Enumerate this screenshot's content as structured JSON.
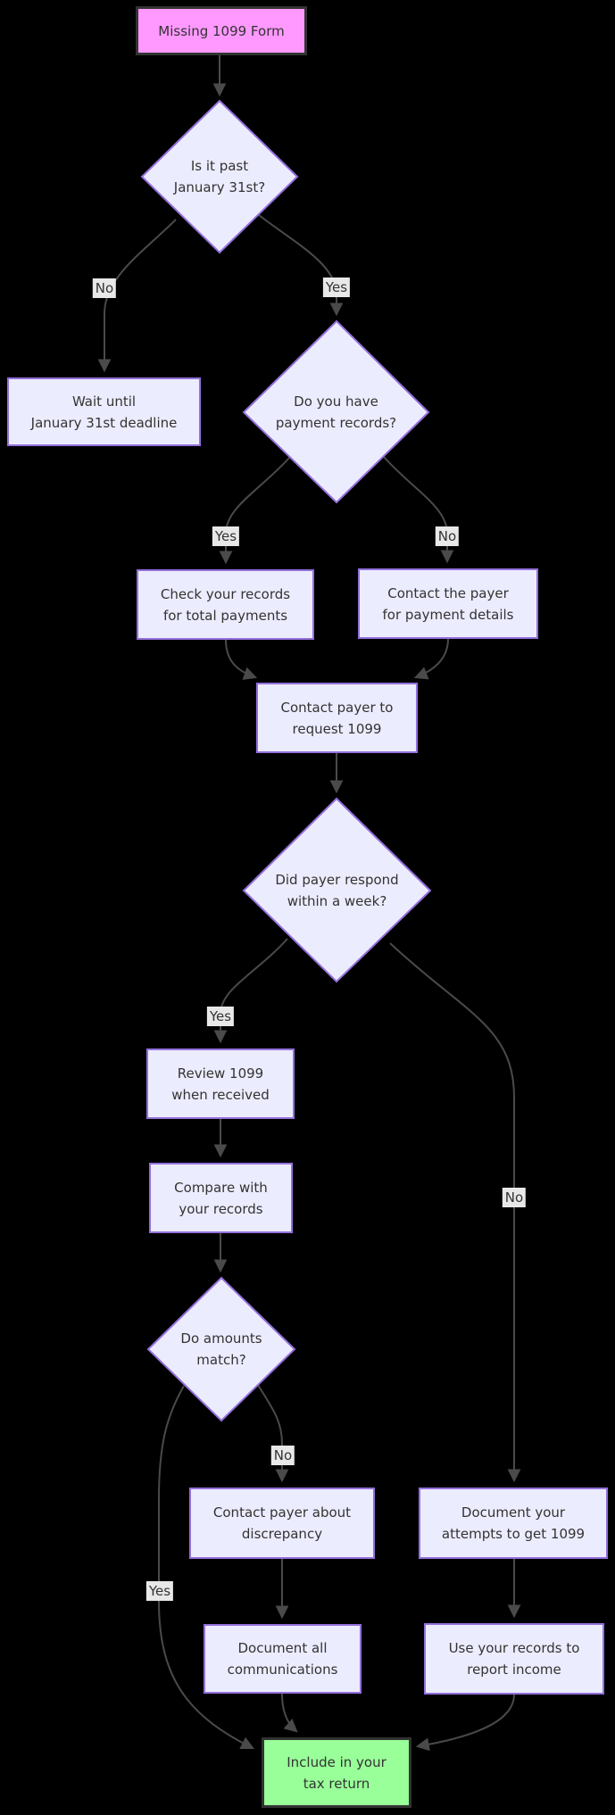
{
  "diagram": {
    "title": "Missing 1099 Form flowchart",
    "colors": {
      "background": "#000000",
      "process_fill": "#ECECFF",
      "process_border": "#9370DB",
      "start_fill": "#FF99FF",
      "end_fill": "#99FF99",
      "terminal_border": "#333333",
      "edge": "#4a4a4a",
      "text": "#333333",
      "edge_label_bg": "#e8e8e8"
    },
    "nodes": {
      "start": {
        "label": "Missing 1099 Form",
        "type": "start"
      },
      "d1": {
        "label": "Is it past\nJanuary 31st?",
        "type": "decision"
      },
      "wait": {
        "label": "Wait until\nJanuary 31st deadline",
        "type": "process"
      },
      "d2": {
        "label": "Do you have\npayment records?",
        "type": "decision"
      },
      "check_records": {
        "label": "Check your records\nfor total payments",
        "type": "process"
      },
      "contact_payer": {
        "label": "Contact the payer\nfor payment details",
        "type": "process"
      },
      "request_1099": {
        "label": "Contact payer to\nrequest 1099",
        "type": "process"
      },
      "d3": {
        "label": "Did payer respond\nwithin a week?",
        "type": "decision"
      },
      "review_1099": {
        "label": "Review 1099\nwhen received",
        "type": "process"
      },
      "compare_records": {
        "label": "Compare with\nyour records",
        "type": "process"
      },
      "d4": {
        "label": "Do amounts\nmatch?",
        "type": "decision"
      },
      "discrepancy": {
        "label": "Contact payer about\ndiscrepancy",
        "type": "process"
      },
      "document_attempts": {
        "label": "Document your\nattempts to get 1099",
        "type": "process"
      },
      "document_comms": {
        "label": "Document all\ncommunications",
        "type": "process"
      },
      "use_records": {
        "label": "Use your records to\nreport income",
        "type": "process"
      },
      "end": {
        "label": "Include in your\ntax return",
        "type": "end"
      }
    },
    "edge_labels": {
      "d1_no": "No",
      "d1_yes": "Yes",
      "d2_yes": "Yes",
      "d2_no": "No",
      "d3_yes": "Yes",
      "d3_no": "No",
      "d4_no": "No",
      "d4_yes": "Yes"
    }
  }
}
